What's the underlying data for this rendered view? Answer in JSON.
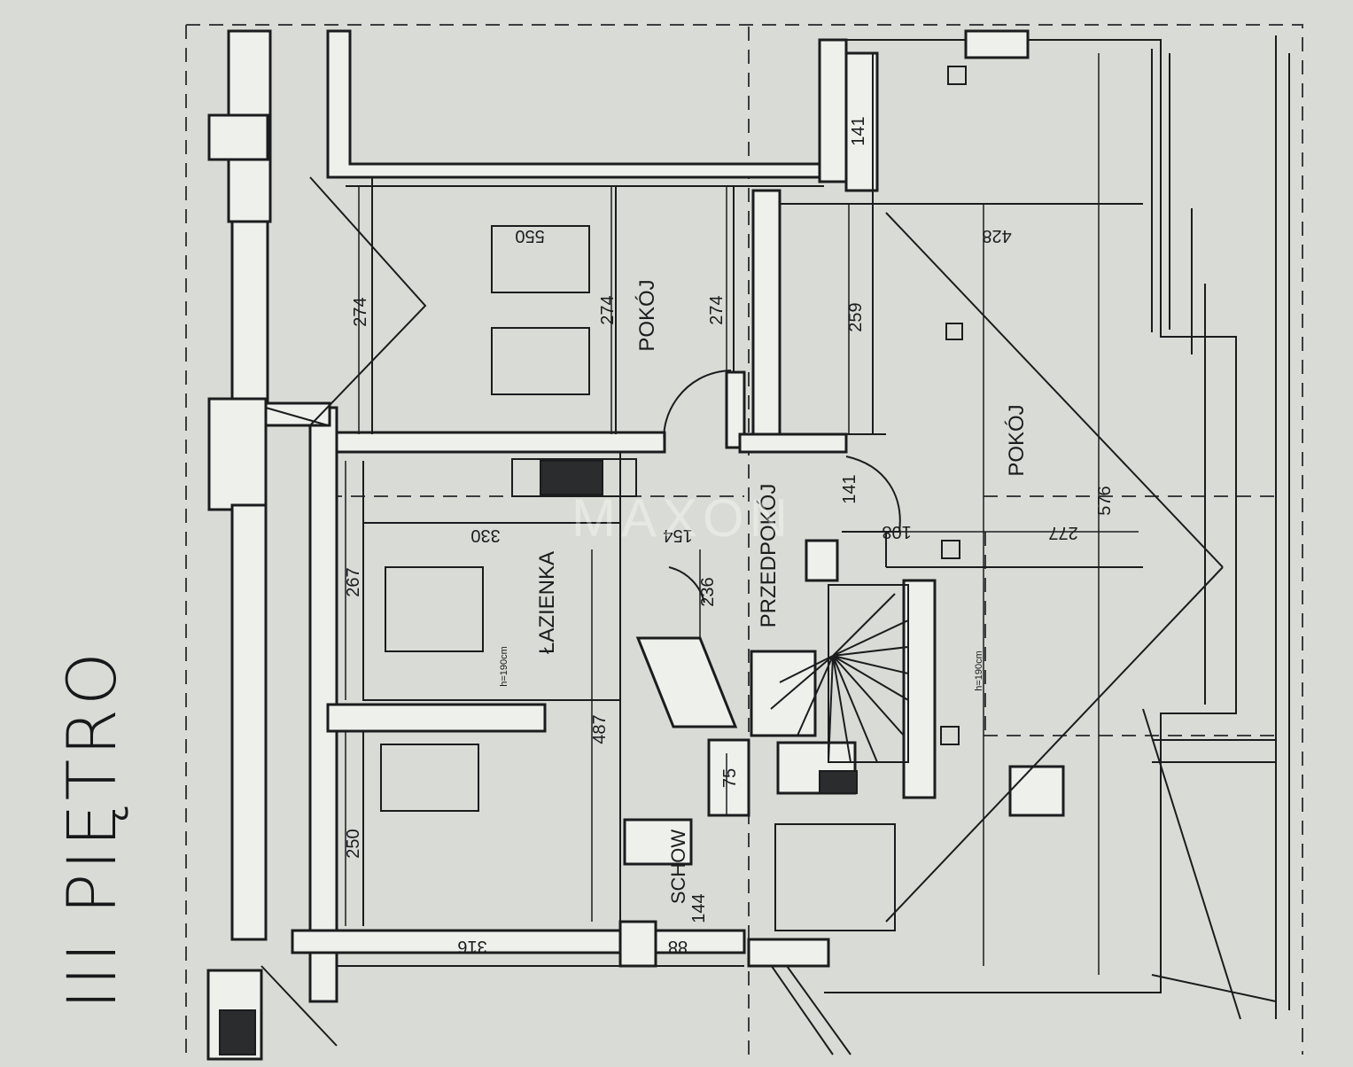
{
  "floor_title": "III PIĘTRO",
  "watermark": "MAXON",
  "rooms": [
    {
      "key": "pokoj_upper",
      "label": "POKÓJ"
    },
    {
      "key": "pokoj_large",
      "label": "POKÓJ"
    },
    {
      "key": "lazienka",
      "label": "ŁAZIENKA"
    },
    {
      "key": "przedpokoj",
      "label": "PRZEDPOKÓJ"
    },
    {
      "key": "schowek",
      "label": "SCHOW"
    }
  ],
  "dimensions": {
    "d274a": "274",
    "d274b": "274",
    "d274c": "274",
    "d550": "550",
    "d141a": "141",
    "d428": "428",
    "d259": "259",
    "d576": "576",
    "d277": "277",
    "d108": "108",
    "d141b": "141",
    "d330": "330",
    "d267": "267",
    "d154": "154",
    "d236": "236",
    "d487": "487",
    "d75": "75",
    "d250": "250",
    "d316": "316",
    "d144": "144",
    "d88": "88",
    "h190a": "h=190cm",
    "h190b": "h=190cm"
  },
  "colors": {
    "background": "#d9dcd6",
    "line": "#1a1c1e",
    "wall_fill": "#eef0ec"
  }
}
